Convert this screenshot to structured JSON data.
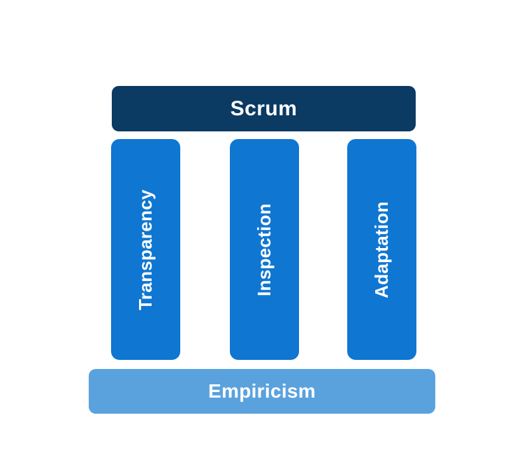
{
  "diagram": {
    "title": "Scrum",
    "pillars": [
      {
        "label": "Transparency"
      },
      {
        "label": "Inspection"
      },
      {
        "label": "Adaptation"
      }
    ],
    "foundation_label": "Empiricism",
    "colors": {
      "roof": "#0b3a63",
      "pillar": "#0f76d2",
      "foundation": "#5aa2de",
      "text": "#ffffff",
      "background": "#ffffff"
    }
  }
}
